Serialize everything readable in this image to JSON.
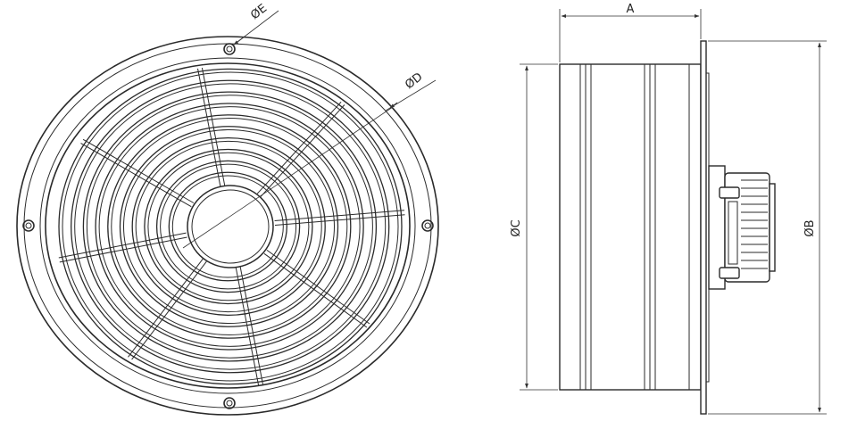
{
  "labels": {
    "dia_e": "ØE",
    "dia_d": "ØD",
    "dim_a": "A",
    "dia_c": "ØC",
    "dia_b": "ØB"
  },
  "colors": {
    "line": "#2a2a2a",
    "background": "#ffffff"
  }
}
